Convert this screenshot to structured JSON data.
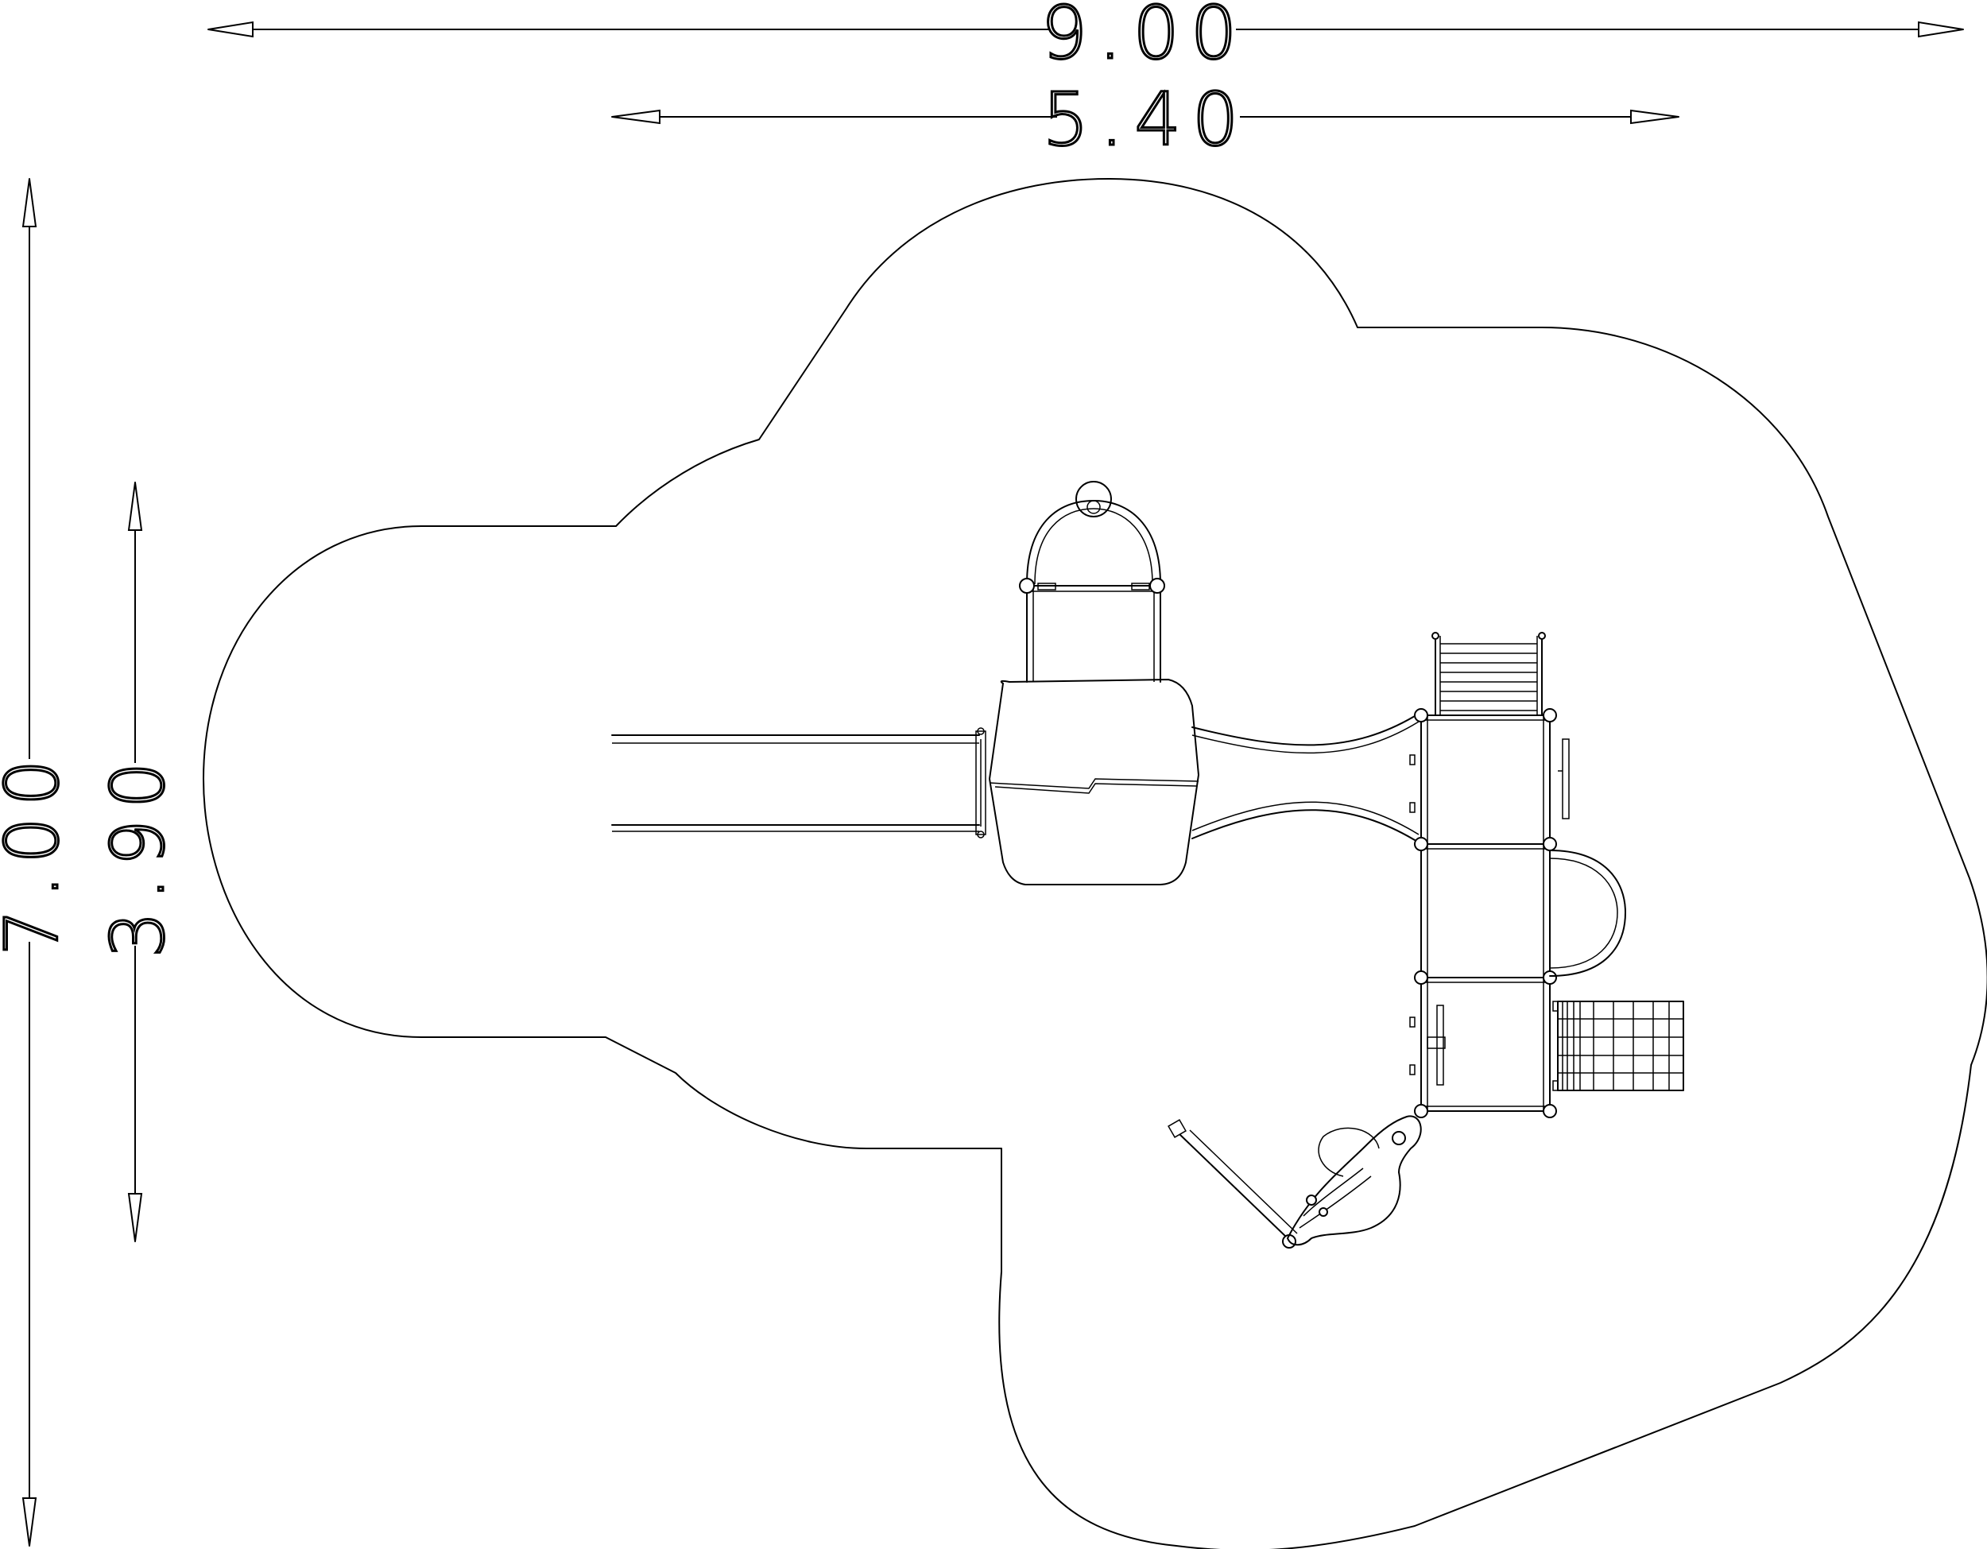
{
  "dimensions": {
    "overall_width": "9.00",
    "structure_width": "5.40",
    "overall_depth": "7.00",
    "structure_depth": "3.90"
  }
}
